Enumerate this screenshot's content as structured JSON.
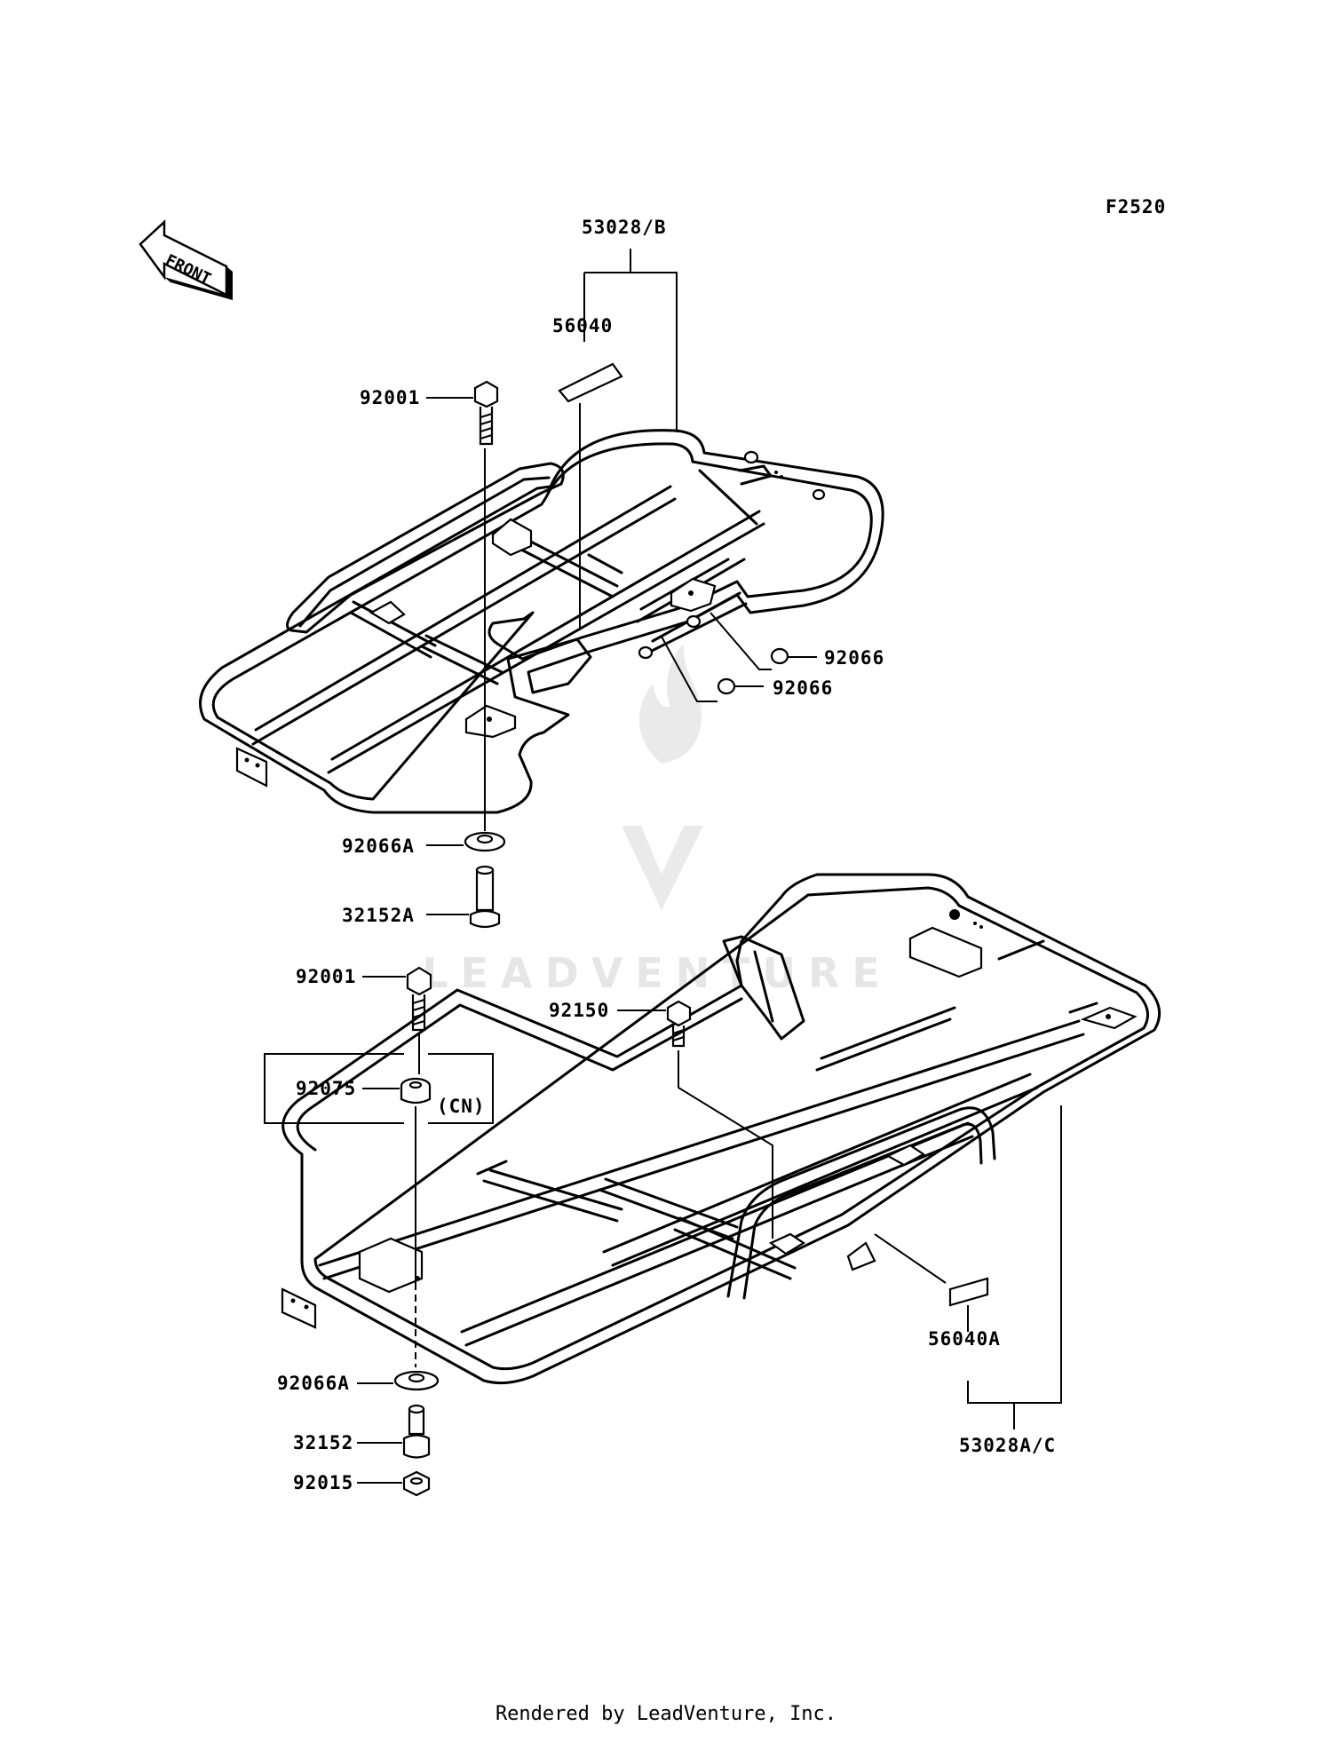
{
  "figure_code": "F2520",
  "front_arrow": {
    "text": "FRONT",
    "icon": "front-direction-arrow-icon"
  },
  "watermark": {
    "brand": "LEADVENTURE",
    "icon": "leadventure-flame-logo-icon"
  },
  "callouts": {
    "rear_carrier_assy": "53028/B",
    "rear_label": "56040",
    "bolt_top": "92001",
    "bushing_right_upper": "92066",
    "bushing_right_lower": "92066",
    "bushing_a_upper": "92066A",
    "collar_a_upper": "32152A",
    "bolt_middle": "92001",
    "bolt_front": "92150",
    "bushing_cn": "92075",
    "cn_note": "(CN)",
    "front_label": "56040A",
    "front_carrier_assy": "53028A/C",
    "bushing_a_lower": "92066A",
    "collar_lower": "32152",
    "nut_lower": "92015"
  },
  "footer": "Rendered by LeadVenture, Inc."
}
